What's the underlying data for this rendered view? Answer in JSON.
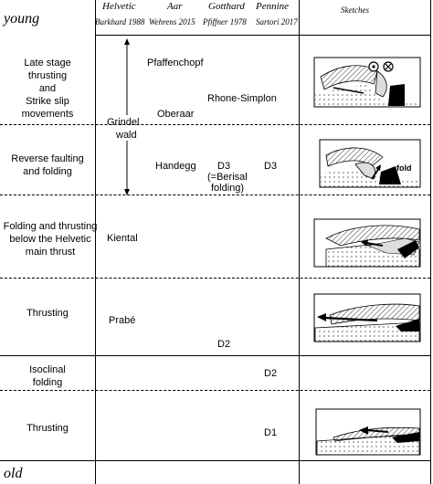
{
  "axis": {
    "top": "young",
    "bottom": "old"
  },
  "headers": {
    "helvetic": "Helvetic",
    "aar": "Aar",
    "gotthard": "Gotthard",
    "pennine": "Pennine",
    "sketches": "Sketches",
    "ref_helvetic": "Burkhard 1988",
    "ref_aar": "Wehrens 2015",
    "ref_gotthard": "Pfiffner 1978",
    "ref_pennine": "Sartori 2017"
  },
  "stages": [
    {
      "lines": [
        "Late stage",
        "thrusting",
        "and",
        "Strike slip",
        "movements"
      ]
    },
    {
      "lines": [
        "Reverse faulting",
        "and folding"
      ]
    },
    {
      "lines": [
        "Folding and thrusting",
        "below the Helvetic",
        "main thrust"
      ]
    },
    {
      "lines": [
        "Thrusting"
      ]
    },
    {
      "lines": [
        "Isoclinal",
        "folding"
      ]
    },
    {
      "lines": [
        "Thrusting"
      ]
    }
  ],
  "phases": {
    "pfaffenchopf": "Pfaffenchopf",
    "rhone_simplon": "Rhone-Simplon",
    "grindelwald_1": "Grindel",
    "grindelwald_2": "wald",
    "oberaar": "Oberaar",
    "handegg": "Handegg",
    "d3_gotthard": "D3",
    "berisal_1": "(=Berisal",
    "berisal_2": "folding)",
    "d3_pennine": "D3",
    "kiental": "Kiental",
    "prabe": "Prabé",
    "d2_gotthard": "D2",
    "d2_pennine": "D2",
    "d1_pennine": "D1"
  },
  "sketch_labels": {
    "fold": "fold"
  }
}
